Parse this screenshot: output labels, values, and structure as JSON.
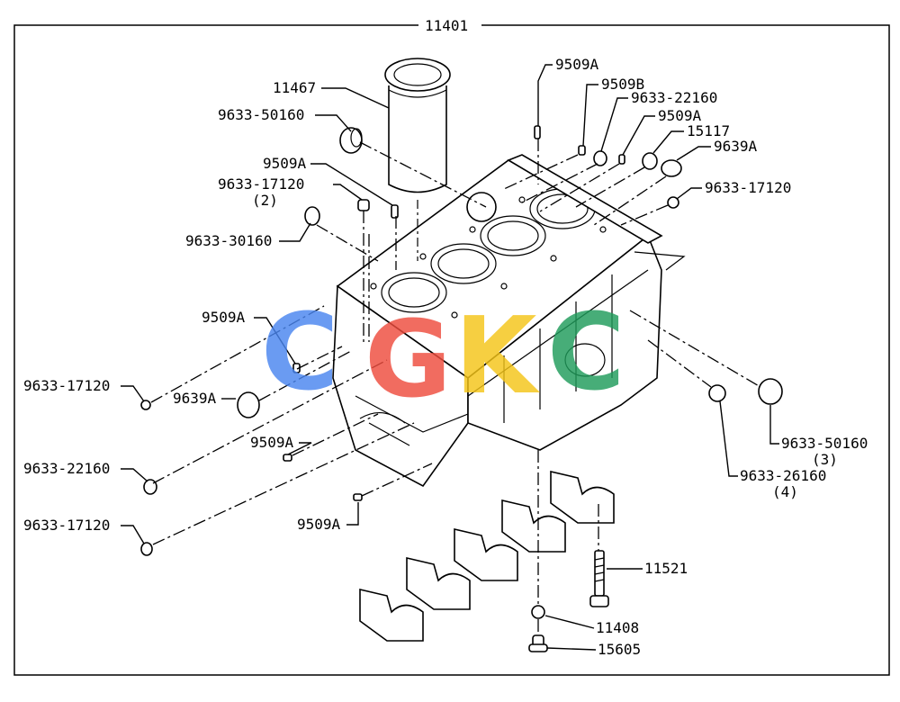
{
  "diagram": {
    "main_label": "11401",
    "parts": {
      "liner": "11467",
      "plug_left_top": "9633-50160",
      "pin_left_top": "9509A",
      "plug_17120_top": "9633-17120",
      "plug_17120_top_qty": "(2)",
      "plug_30160": "9633-30160",
      "pin_top_1": "9509A",
      "pin_top_2": "9509B",
      "plug_22160_top": "9633-22160",
      "pin_top_3": "9509A",
      "seal_15117": "15117",
      "seal_9639A_top": "9639A",
      "plug_17120_right": "9633-17120",
      "pin_left_mid": "9509A",
      "plug_17120_left_a": "9633-17120",
      "seal_9639A_left": "9639A",
      "pin_left_low": "9509A",
      "plug_22160_left": "9633-22160",
      "plug_17120_left_b": "9633-17120",
      "pin_bottom": "9509A",
      "plug_50160_right": "9633-50160",
      "plug_50160_right_qty": "(3)",
      "plug_26160_right": "9633-26160",
      "plug_26160_right_qty": "(4)",
      "bolt_11521": "11521",
      "washer_11408": "11408",
      "bolt_15605": "15605"
    }
  },
  "watermark": {
    "letters": [
      "C",
      "G",
      "K",
      "C"
    ],
    "colors": [
      "#4a86f0",
      "#ee4c3e",
      "#f5c518",
      "#1f9c5b"
    ]
  }
}
